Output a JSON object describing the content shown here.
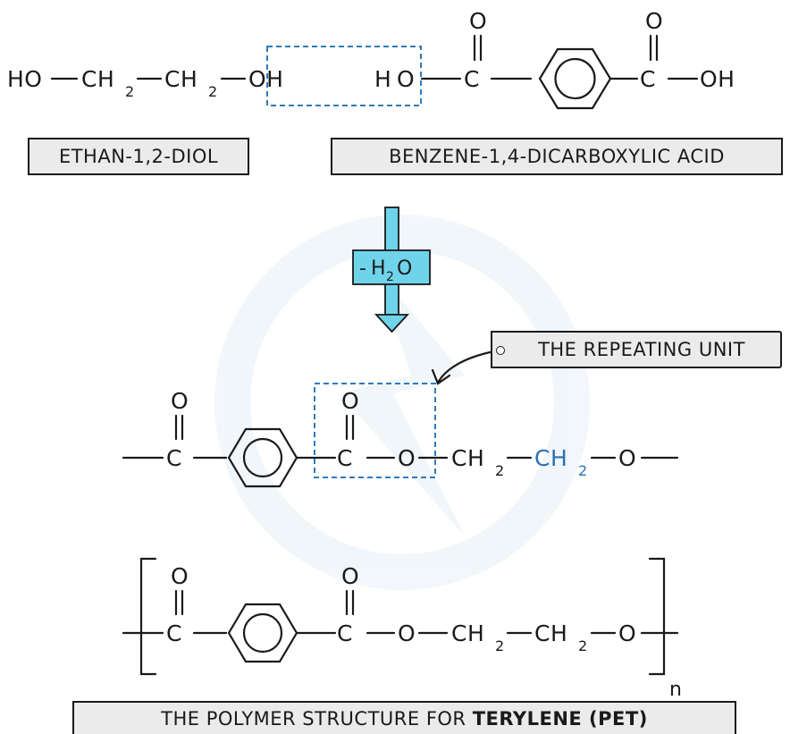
{
  "reactants": {
    "diol_label": "ETHAN-1,2-DIOL",
    "acid_label": "BENZENE-1,4-DICARBOXYLIC ACID"
  },
  "condition": {
    "minus": "-",
    "h": "H",
    "sub": "2",
    "o": "O"
  },
  "repeat_tag": "THE REPEATING UNIT",
  "polymer_label": {
    "prefix": "THE POLYMER STRUCTURE FOR ",
    "bold": "TERYLENE (PET)"
  },
  "atoms": {
    "HO": "HO",
    "CH": "CH",
    "two": "2",
    "OH": "OH",
    "O": "O",
    "C": "C",
    "H": "H",
    "n": "n"
  },
  "colors": {
    "arrow_fill": "#6fd4ea",
    "dashed_box": "#2d7bbd",
    "label_bg": "#ebebeb",
    "highlight_text": "#2d6fb3"
  }
}
